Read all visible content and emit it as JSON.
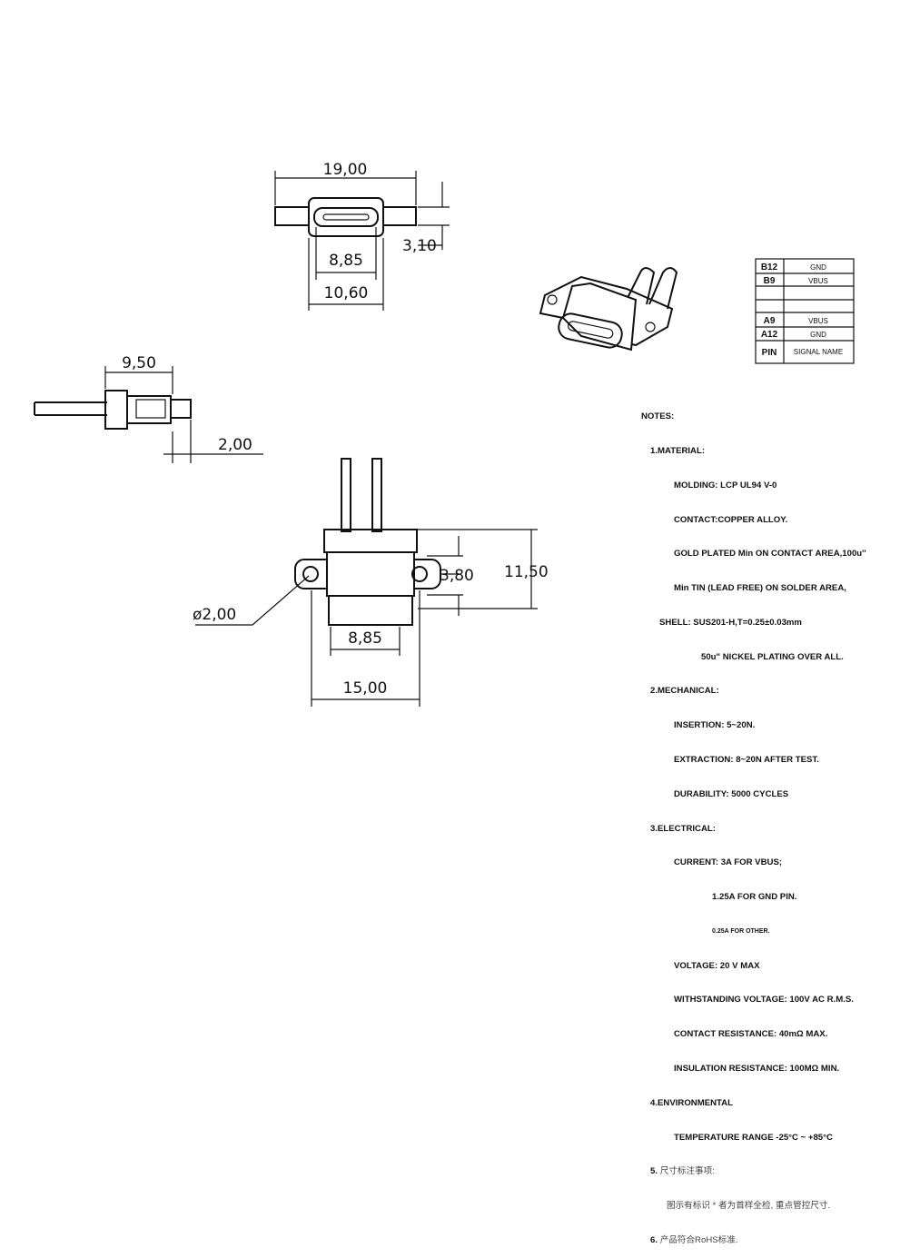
{
  "dimensions": {
    "top_width": "19,00",
    "top_port": "8,85",
    "top_body": "10,60",
    "top_height": "3,10",
    "side_length": "9,50",
    "side_offset": "2,00",
    "front_hole_pitch": "3,80",
    "front_height": "11,50",
    "front_hole_dia": "ø2,00",
    "front_port": "8,85",
    "front_width": "15,00"
  },
  "pin_table": {
    "rows": [
      {
        "pin": "B12",
        "signal": "GND"
      },
      {
        "pin": "B9",
        "signal": "VBUS"
      },
      {
        "pin": "",
        "signal": ""
      },
      {
        "pin": "",
        "signal": ""
      },
      {
        "pin": "A9",
        "signal": "VBUS"
      },
      {
        "pin": "A12",
        "signal": "GND"
      }
    ],
    "header": {
      "pin": "PIN",
      "signal": "SIGNAL NAME"
    }
  },
  "notes": {
    "title": "NOTES:",
    "material": "1.MATERIAL:",
    "molding": "MOLDING: LCP UL94 V-0",
    "contact": "CONTACT:COPPER ALLOY.",
    "gold": "GOLD PLATED Min ON CONTACT AREA,100u''",
    "tin": "Min TIN (LEAD FREE) ON SOLDER AREA,",
    "shell": "SHELL: SUS201-H,T=0.25±0.03mm",
    "nickel": "50u\" NICKEL PLATING OVER ALL.",
    "mechanical": "2.MECHANICAL:",
    "insertion": "INSERTION: 5~20N.",
    "extraction": "EXTRACTION: 8~20N AFTER TEST.",
    "durability": "DURABILITY: 5000 CYCLES",
    "electrical": "3.ELECTRICAL:",
    "current": "CURRENT: 3A FOR VBUS;",
    "current_gnd": "1.25A FOR GND PIN.",
    "current_other": "0.25A FOR OTHER.",
    "voltage": "VOLTAGE: 20 V MAX",
    "withstanding": "WITHSTANDING VOLTAGE: 100V AC R.M.S.",
    "contact_res": "CONTACT RESISTANCE: 40mΩ MAX.",
    "insulation": "INSULATION RESISTANCE: 100MΩ MIN.",
    "environmental": "4.ENVIRONMENTAL",
    "temperature": "TEMPERATURE RANGE -25°C ~ +85°C",
    "n5": "5.",
    "n5_text": "尺寸标注事项:",
    "n5_sub": "图示有标识 * 者为首样全检, 重点管控尺寸.",
    "n6": "6.",
    "n6_text": "产品符合RoHS标准."
  }
}
